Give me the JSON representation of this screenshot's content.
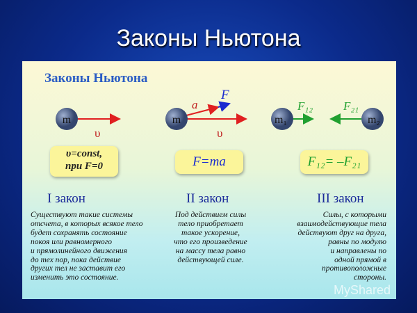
{
  "slide_title": "Законы Ньютона",
  "panel_title": "Законы Ньютона",
  "diagram": {
    "mass": "m",
    "mass1": "m₁",
    "mass2": "m₂",
    "velocity": "υ",
    "acceleration": "a",
    "force": "F",
    "force12": "F₁₂",
    "force21": "F₂₁",
    "colors": {
      "velocity": "#e02020",
      "force": "#1a2ad0",
      "interaction": "#20a030",
      "ball": "#4a5f88"
    }
  },
  "formulas": {
    "law1_line1": "υ=const,",
    "law1_line2": "при F=0",
    "law2": "F=ma",
    "law3": "F₁₂= –F₂₁"
  },
  "laws": [
    {
      "heading": "I закон",
      "text": "Существуют такие системы\nотсчета, в которых всякое тело\nбудет сохранять состояние\nпокоя или равномерного\nи прямолинейного движения\nдо тех пор, пока действие\nдругих тел не заставит его\nизменить это состояние."
    },
    {
      "heading": "II закон",
      "text": "Под действием силы\nтело приобретает\nтакое ускорение,\nчто его произведение\nна массу тела равно\nдействующей силе."
    },
    {
      "heading": "III закон",
      "text": "Силы, с которыми\nвзаимодействующие тела\nдействуют друг на друга,\nравны по модулю\nи направлены по\nодной прямой в\nпротивоположные\nстороны."
    }
  ],
  "watermark": "MyShared"
}
